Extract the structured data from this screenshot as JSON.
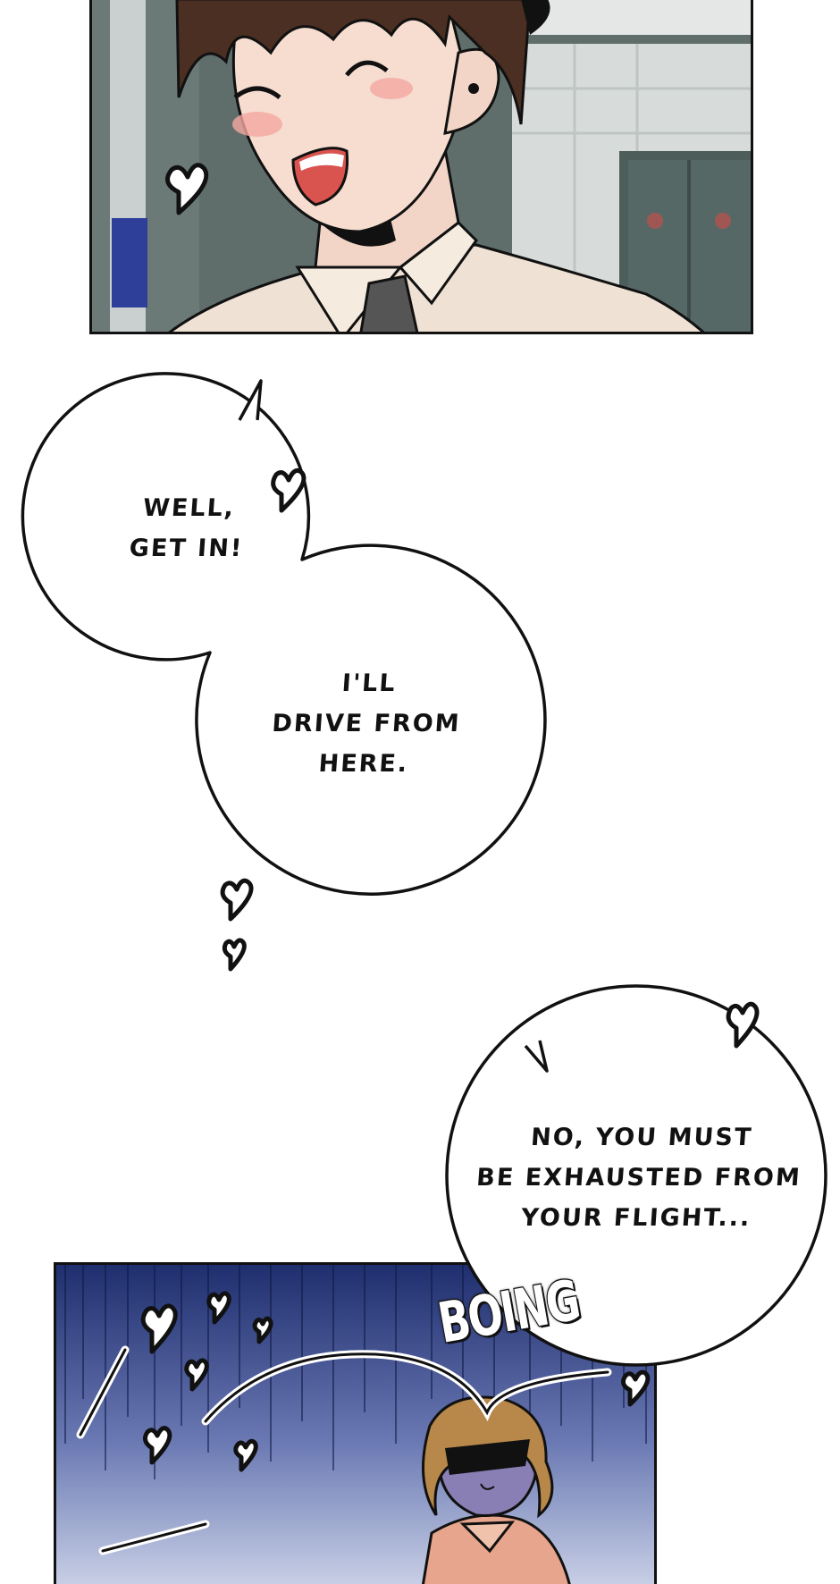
{
  "speech_bubbles": {
    "greeting": "WELL,\nGET IN!",
    "offer": "I'LL\nDRIVE FROM\nHERE.",
    "reply": "NO, YOU MUST\nBE EXHAUSTED FROM\nYOUR FLIGHT..."
  },
  "sound_effects": {
    "boing": "BOING"
  },
  "colors": {
    "panel_top_background": "#5d6b67",
    "panel_bottom_top": "#1f2e6e",
    "panel_bottom_bottom": "#c9d0e6",
    "hair": "#4a2f22",
    "skin": "#f6ddd0",
    "shirt": "#efe2d4",
    "bubble_fill": "#ffffff",
    "outline": "#111111"
  },
  "icons": [
    "heart-icon",
    "speed-line-icon"
  ]
}
